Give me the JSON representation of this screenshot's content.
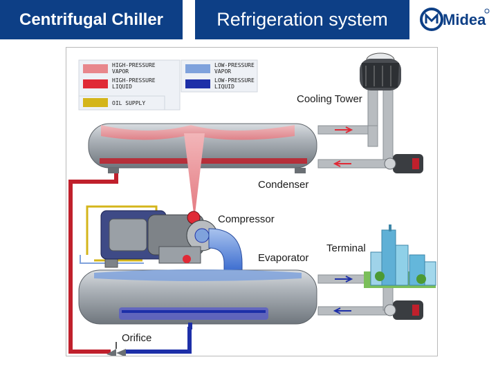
{
  "header": {
    "left_title": "Centrifugal Chiller",
    "center_title": "Refrigeration system",
    "brand": "Midea"
  },
  "legend": {
    "items": [
      {
        "label_line1": "HIGH-PRESSURE",
        "label_line2": "VAPOR",
        "color": "#e8878c"
      },
      {
        "label_line1": "HIGH-PRESSURE",
        "label_line2": "LIQUID",
        "color": "#e02a36"
      },
      {
        "label_line1": "OIL SUPPLY",
        "label_line2": "",
        "color": "#d4b51a"
      },
      {
        "label_line1": "LOW-PRESSURE",
        "label_line2": "VAPOR",
        "color": "#7fa2dc"
      },
      {
        "label_line1": "LOW-PRESSURE",
        "label_line2": "LIQUID",
        "color": "#1d2fa8"
      }
    ]
  },
  "labels": {
    "cooling_tower": "Cooling Tower",
    "condenser": "Condenser",
    "compressor": "Compressor",
    "evaporator": "Evaporator",
    "terminal": "Terminal",
    "orifice": "Orifice"
  },
  "colors": {
    "header_bg": "#0d3f86",
    "high_pressure_liquid": "#c0202c",
    "low_pressure_liquid": "#1d2fa8",
    "vessel": "#9aa0a6"
  }
}
